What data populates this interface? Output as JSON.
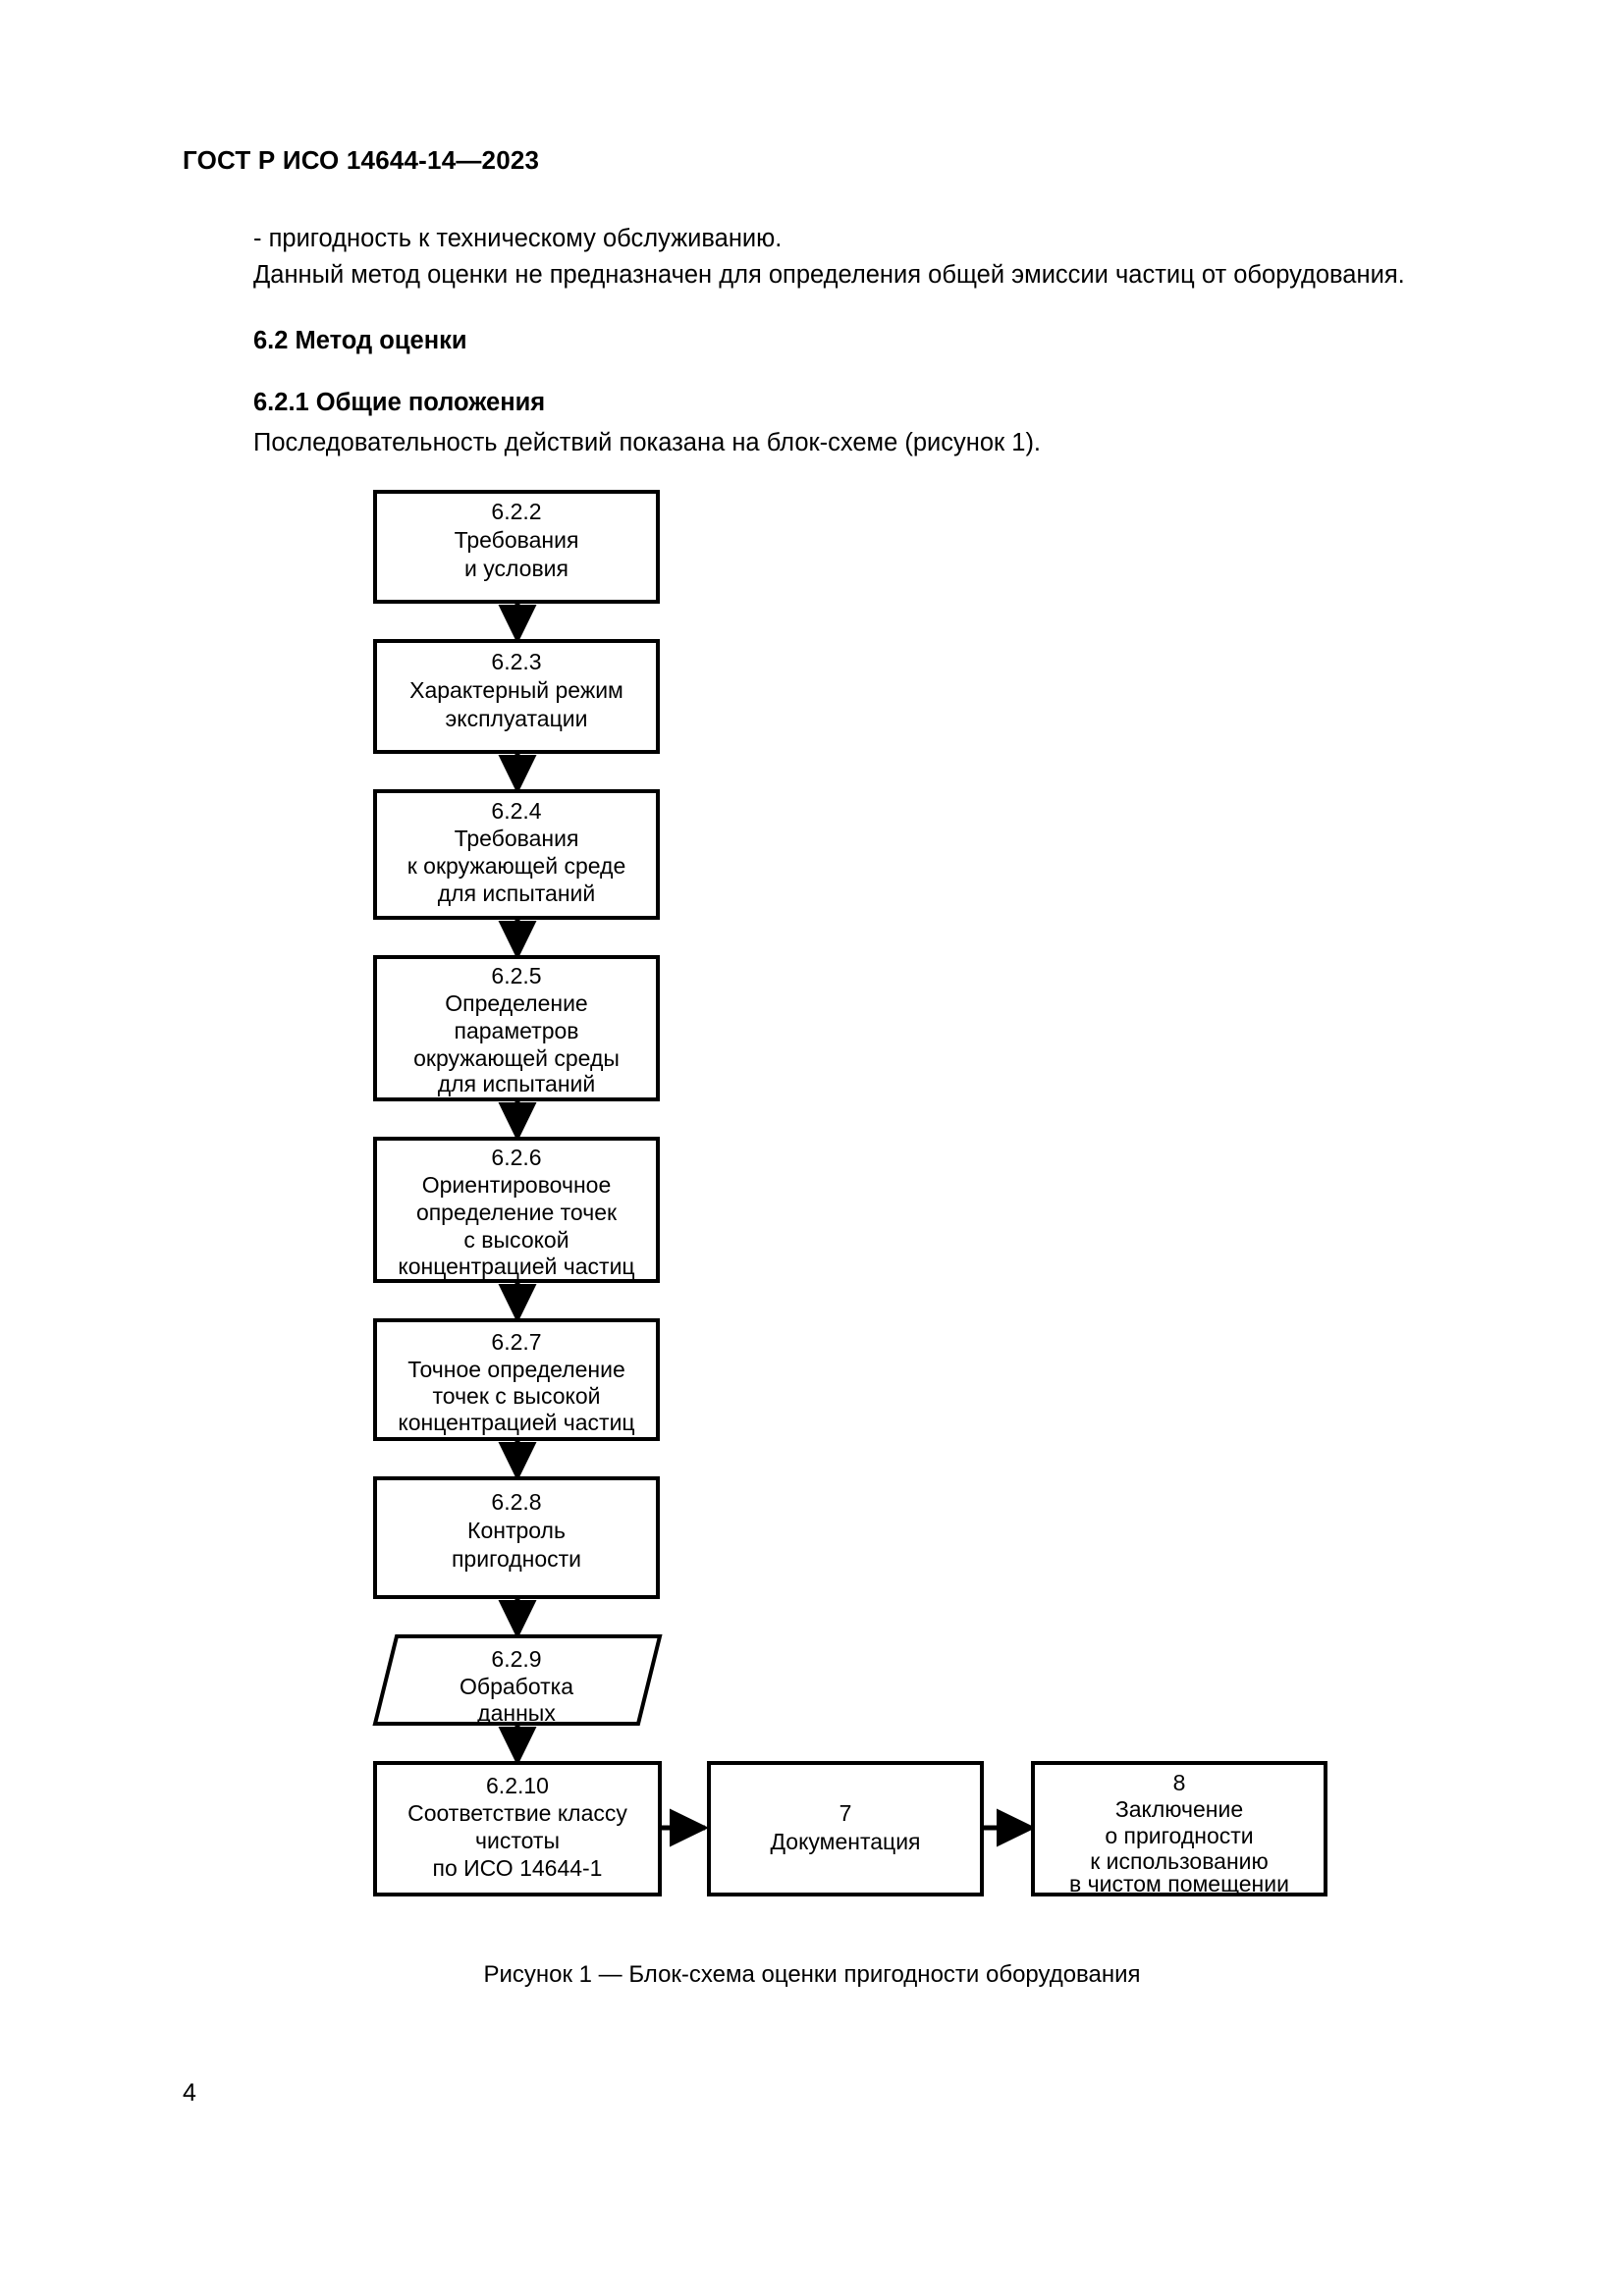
{
  "document": {
    "header": "ГОСТ Р ИСО 14644-14—2023",
    "page_number": "4"
  },
  "body": {
    "bullet_line": "-  пригодность к техническому обслуживанию.",
    "note_line": "Данный метод оценки не предназначен для определения общей эмиссии частиц от оборудования.",
    "heading_62": "6.2  Метод оценки",
    "heading_621": "6.2.1  Общие положения",
    "intro_line": "Последовательность действий показана на блок-схеме (рисунок 1)."
  },
  "figure": {
    "caption": "Рисунок 1 — Блок-схема оценки пригодности оборудования",
    "nodes": [
      {
        "id": "n-6-2-2",
        "shape": "rect",
        "number": "6.2.2",
        "lines": [
          "6.2.2",
          "Требования",
          "и условия"
        ]
      },
      {
        "id": "n-6-2-3",
        "shape": "rect",
        "number": "6.2.3",
        "lines": [
          "6.2.3",
          "Характерный режим",
          "эксплуатации"
        ]
      },
      {
        "id": "n-6-2-4",
        "shape": "rect",
        "number": "6.2.4",
        "lines": [
          "6.2.4",
          "Требования",
          "к окружающей среде",
          "для испытаний"
        ]
      },
      {
        "id": "n-6-2-5",
        "shape": "rect",
        "number": "6.2.5",
        "lines": [
          "6.2.5",
          "Определение",
          "параметров",
          "окружающей среды",
          "для испытаний"
        ]
      },
      {
        "id": "n-6-2-6",
        "shape": "rect",
        "number": "6.2.6",
        "lines": [
          "6.2.6",
          "Ориентировочное",
          "определение точек",
          "с высокой",
          "концентрацией частиц"
        ]
      },
      {
        "id": "n-6-2-7",
        "shape": "rect",
        "number": "6.2.7",
        "lines": [
          "6.2.7",
          "Точное определение",
          "точек с высокой",
          "концентрацией частиц"
        ]
      },
      {
        "id": "n-6-2-8",
        "shape": "rect",
        "number": "6.2.8",
        "lines": [
          "6.2.8",
          "Контроль",
          "пригодности"
        ]
      },
      {
        "id": "n-6-2-9",
        "shape": "parallelogram",
        "number": "6.2.9",
        "lines": [
          "6.2.9",
          "Обработка",
          "данных"
        ]
      },
      {
        "id": "n-6-2-10",
        "shape": "rect",
        "number": "6.2.10",
        "lines": [
          "6.2.10",
          "Соответствие классу",
          "чистоты",
          "по ИСО 14644-1"
        ]
      },
      {
        "id": "n-7",
        "shape": "rect",
        "number": "7",
        "lines": [
          "7",
          "Документация"
        ]
      },
      {
        "id": "n-8",
        "shape": "rect",
        "number": "8",
        "lines": [
          "8",
          "Заключение",
          "о пригодности",
          "к использованию",
          "в чистом помещении"
        ]
      }
    ],
    "edges": [
      {
        "from": "n-6-2-2",
        "to": "n-6-2-3",
        "direction": "down"
      },
      {
        "from": "n-6-2-3",
        "to": "n-6-2-4",
        "direction": "down"
      },
      {
        "from": "n-6-2-4",
        "to": "n-6-2-5",
        "direction": "down"
      },
      {
        "from": "n-6-2-5",
        "to": "n-6-2-6",
        "direction": "down"
      },
      {
        "from": "n-6-2-6",
        "to": "n-6-2-7",
        "direction": "down"
      },
      {
        "from": "n-6-2-7",
        "to": "n-6-2-8",
        "direction": "down"
      },
      {
        "from": "n-6-2-8",
        "to": "n-6-2-9",
        "direction": "down"
      },
      {
        "from": "n-6-2-9",
        "to": "n-6-2-10",
        "direction": "down"
      },
      {
        "from": "n-6-2-10",
        "to": "n-7",
        "direction": "right"
      },
      {
        "from": "n-7",
        "to": "n-8",
        "direction": "right"
      }
    ]
  },
  "colors": {
    "ink": "#000000",
    "paper": "#ffffff"
  }
}
